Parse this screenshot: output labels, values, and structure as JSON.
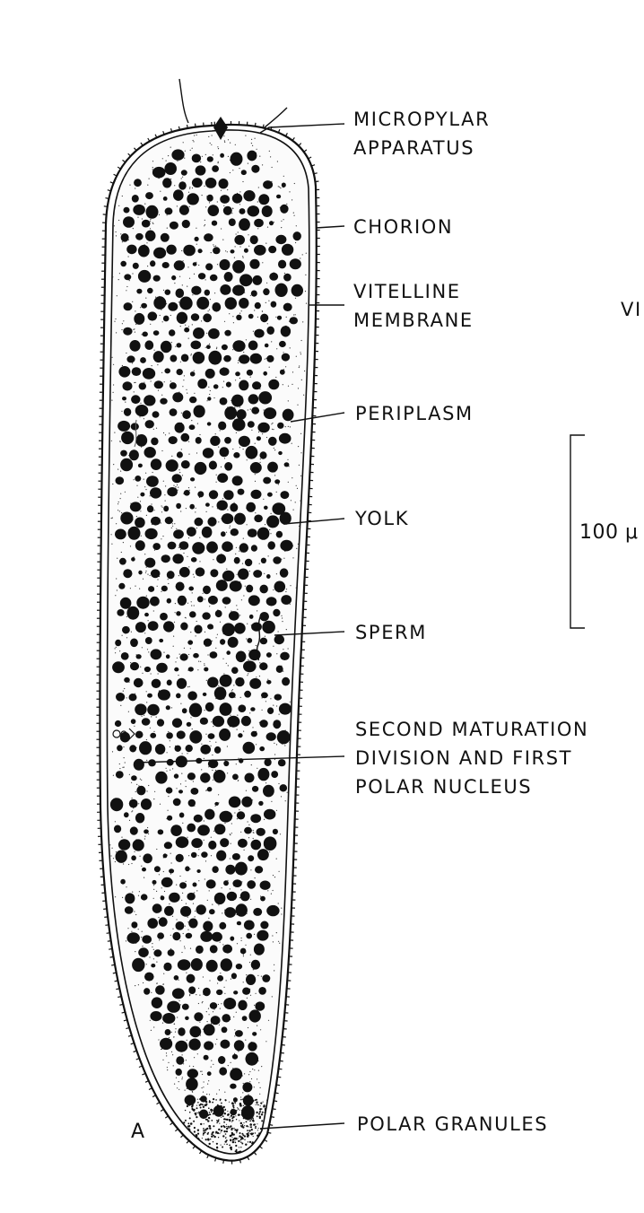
{
  "figure": {
    "panel_letter": "A",
    "labels": {
      "micropylar_apparatus": [
        "MICROPYLAR",
        "APPARATUS"
      ],
      "chorion": [
        "CHORION"
      ],
      "vitelline_membrane": [
        "VITELLINE",
        "MEMBRANE"
      ],
      "periplasm": [
        "PERIPLASM"
      ],
      "yolk": [
        "YOLK"
      ],
      "sperm": [
        "SPERM"
      ],
      "maturation_division": [
        "SECOND MATURATION",
        "DIVISION AND FIRST",
        "POLAR NUCLEUS"
      ],
      "polar_granules": [
        "POLAR GRANULES"
      ]
    },
    "scale_bar": {
      "label": "100 μ"
    },
    "cropped_text": "VI"
  },
  "colors": {
    "ink": "#111111",
    "paper": "#ffffff"
  }
}
